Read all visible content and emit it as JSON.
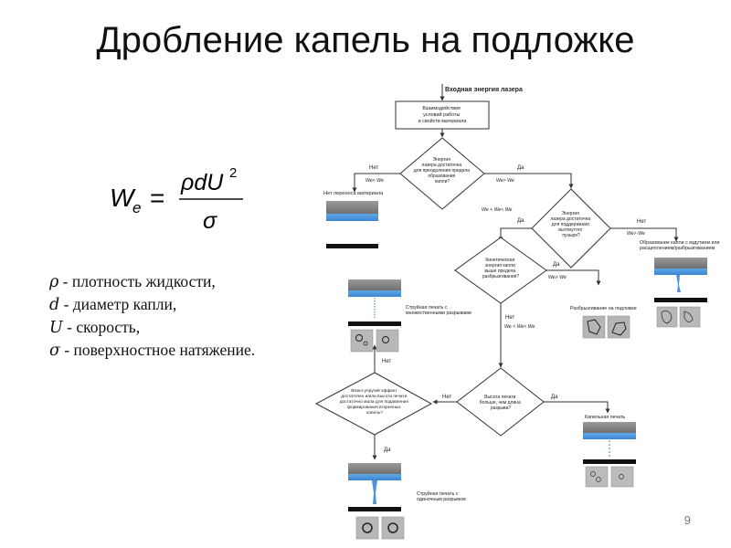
{
  "title": "Дробление капель на подложке",
  "formula": {
    "lhs_base": "W",
    "lhs_sub": "e",
    "eq": "=",
    "numerator": "ρdU",
    "exponent": "2",
    "denominator": "σ"
  },
  "definitions": [
    {
      "symbol": "ρ",
      "text": " - плотность жидкости,"
    },
    {
      "symbol": "d",
      "text": " - диаметр капли,"
    },
    {
      "symbol": "U",
      "text": " - скорость,"
    },
    {
      "symbol": "σ",
      "text": " - поверхностное натяжение."
    }
  ],
  "page_number": "9",
  "flow": {
    "top_label": "Входная энергия лазера",
    "box_interaction": [
      "Взаимодействие",
      "условий работы",
      "и свойств материала"
    ],
    "d1": [
      "Энергия",
      "лазера достаточна",
      "для преодоления предела",
      "образования",
      "капли?"
    ],
    "d1_no": "Нет",
    "d1_no_cond": "We< We",
    "no_transfer": "Нет переноса материала",
    "d1_yes": "Да",
    "d1_yes_cond": "We> We",
    "d2": [
      "Энергия",
      "лазера достаточна",
      "для поддержания",
      "вытянутого",
      "пузыря?"
    ],
    "d2_yes": "Да",
    "d2_yes_cond": "We < We< We",
    "d2_no": "Нет",
    "d2_no_cond": "We> We",
    "bubble_caption": [
      "Образование капли с вздутием или",
      "расщеплением/разбрызгиванием"
    ],
    "d3": [
      "Кинетическая",
      "энергия капли",
      "выше предела",
      "разбрызгивания?"
    ],
    "d3_yes": "Да",
    "d3_yes_cond": "We> We",
    "splash_caption": "Разбрызгивание на подложке",
    "d3_no": "Нет",
    "d3_no_cond": "We < We< We",
    "multi_caption": [
      "Струйная печать с",
      "множественными разрывами"
    ],
    "d4": [
      "Высота печати",
      "больше, чем длина",
      "разрыва?"
    ],
    "d4_yes": "Да",
    "drop_caption": "Капельная печать",
    "d4_no": "Нет",
    "d5": [
      "Вязко-упругий эффект",
      "достаточен и/или высота печати",
      "достаточно мала для подавления",
      "формирования вторичных",
      "капель?"
    ],
    "d5_no": "Нет",
    "d5_yes": "Да",
    "single_caption": [
      "Струйная печать с",
      "одиночным разрывом"
    ]
  }
}
